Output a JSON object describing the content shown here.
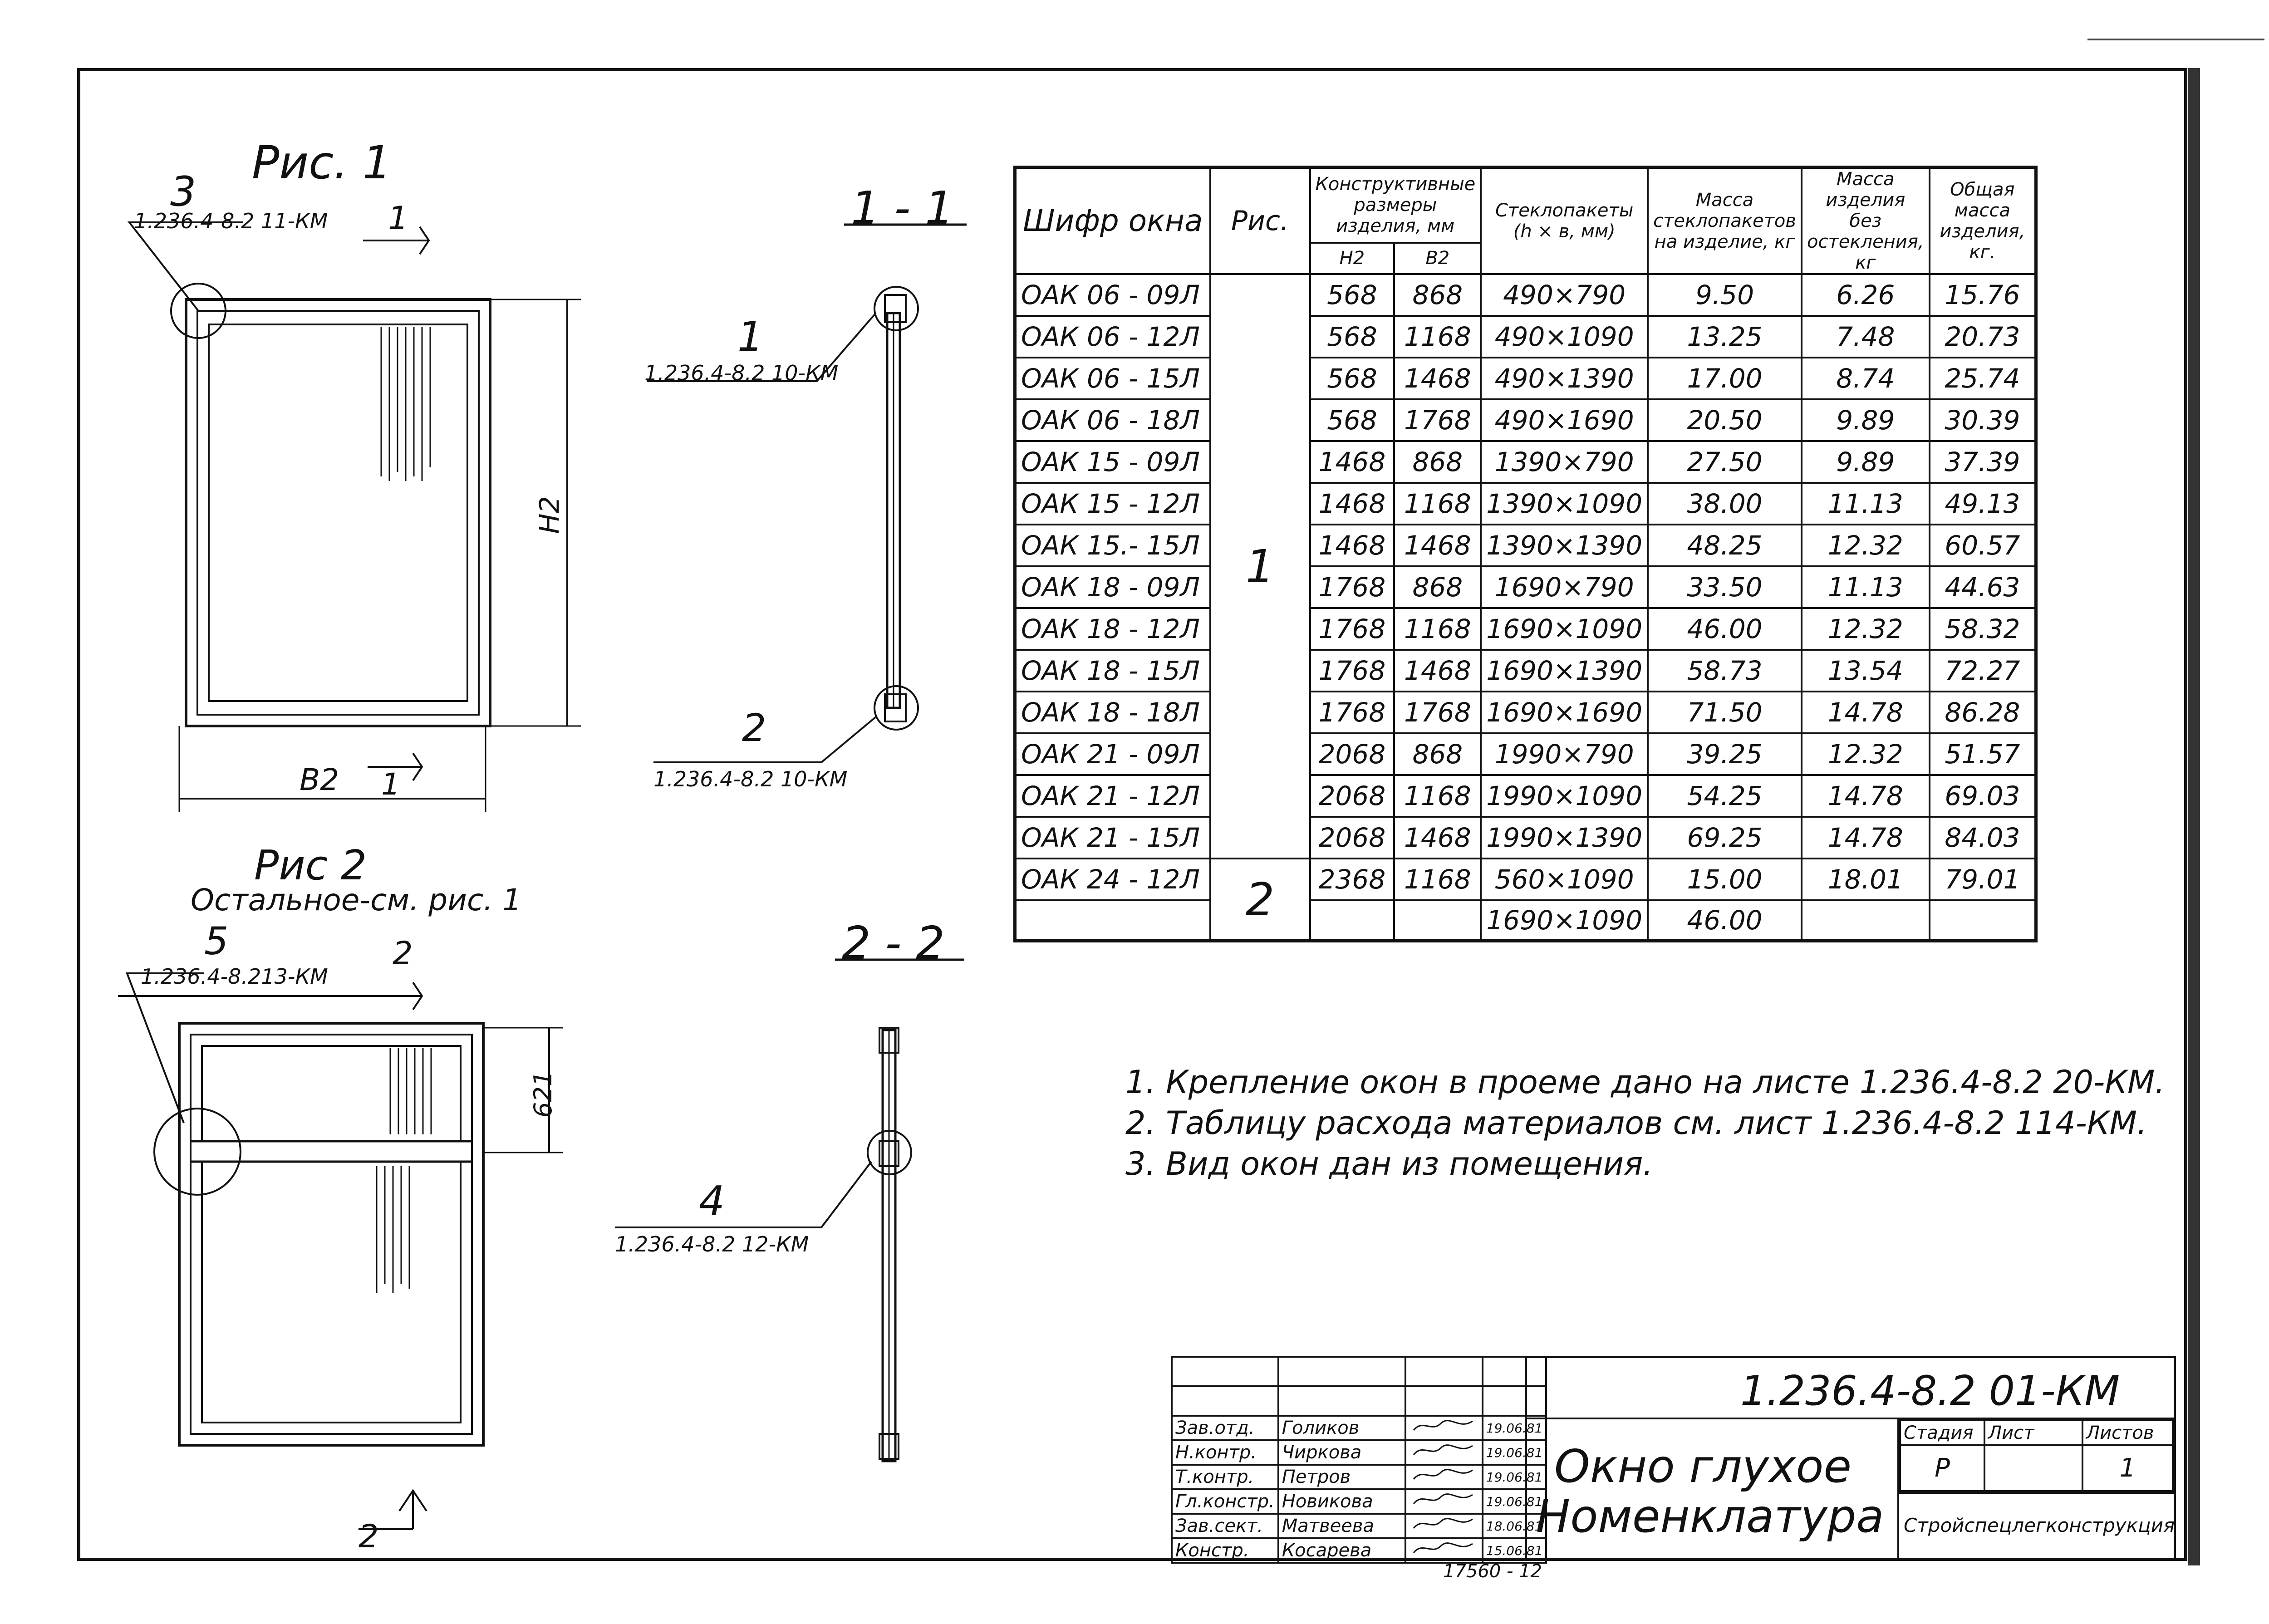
{
  "figure1": {
    "title": "Рис. 1",
    "callout_number": "3",
    "callout_ref": "1.236.4-8.2 11-КМ",
    "section_marker": "1",
    "height_label": "Н2",
    "width_label": "В2"
  },
  "figure2": {
    "title": "Рис 2",
    "subtitle": "Остальное-см. рис. 1",
    "callout_number": "5",
    "callout_ref": "1.236.4-8.213-КМ",
    "section_marker": "2",
    "dimension": "621"
  },
  "section11": {
    "title": "1 - 1",
    "top_callout_number": "1",
    "top_callout_ref": "1.236.4-8.2 10-КМ",
    "bottom_callout_number": "2",
    "bottom_callout_ref": "1.236.4-8.2 10-КМ"
  },
  "section22": {
    "title": "2 - 2",
    "callout_number": "4",
    "callout_ref": "1.236.4-8.2 12-КМ"
  },
  "table": {
    "headers": {
      "code": "Шифр окна",
      "fig": "Рис.",
      "dims": "Конструктивные размеры изделия, мм",
      "h": "Н2",
      "b": "В2",
      "glass": "Стеклопакеты (h × в, мм)",
      "glass_mass": "Масса стеклопакетов на изделие, кг",
      "item_mass": "Масса изделия без остекления, кг",
      "total_mass": "Общая масса изделия, кг."
    },
    "fig1_label": "1",
    "fig2_label": "2",
    "rows": [
      {
        "code": "ОАК 06 - 09Л",
        "h": "568",
        "b": "868",
        "glass": "490×790",
        "glass_mass": "9.50",
        "item_mass": "6.26",
        "total": "15.76"
      },
      {
        "code": "ОАК 06 - 12Л",
        "h": "568",
        "b": "1168",
        "glass": "490×1090",
        "glass_mass": "13.25",
        "item_mass": "7.48",
        "total": "20.73"
      },
      {
        "code": "ОАК 06 - 15Л",
        "h": "568",
        "b": "1468",
        "glass": "490×1390",
        "glass_mass": "17.00",
        "item_mass": "8.74",
        "total": "25.74"
      },
      {
        "code": "ОАК 06 - 18Л",
        "h": "568",
        "b": "1768",
        "glass": "490×1690",
        "glass_mass": "20.50",
        "item_mass": "9.89",
        "total": "30.39"
      },
      {
        "code": "ОАК 15 - 09Л",
        "h": "1468",
        "b": "868",
        "glass": "1390×790",
        "glass_mass": "27.50",
        "item_mass": "9.89",
        "total": "37.39"
      },
      {
        "code": "ОАК 15 - 12Л",
        "h": "1468",
        "b": "1168",
        "glass": "1390×1090",
        "glass_mass": "38.00",
        "item_mass": "11.13",
        "total": "49.13"
      },
      {
        "code": "ОАК 15.- 15Л",
        "h": "1468",
        "b": "1468",
        "glass": "1390×1390",
        "glass_mass": "48.25",
        "item_mass": "12.32",
        "total": "60.57"
      },
      {
        "code": "ОАК 18 - 09Л",
        "h": "1768",
        "b": "868",
        "glass": "1690×790",
        "glass_mass": "33.50",
        "item_mass": "11.13",
        "total": "44.63"
      },
      {
        "code": "ОАК 18 - 12Л",
        "h": "1768",
        "b": "1168",
        "glass": "1690×1090",
        "glass_mass": "46.00",
        "item_mass": "12.32",
        "total": "58.32"
      },
      {
        "code": "ОАК 18 - 15Л",
        "h": "1768",
        "b": "1468",
        "glass": "1690×1390",
        "glass_mass": "58.73",
        "item_mass": "13.54",
        "total": "72.27"
      },
      {
        "code": "ОАК 18 - 18Л",
        "h": "1768",
        "b": "1768",
        "glass": "1690×1690",
        "glass_mass": "71.50",
        "item_mass": "14.78",
        "total": "86.28"
      },
      {
        "code": "ОАК 21 - 09Л",
        "h": "2068",
        "b": "868",
        "glass": "1990×790",
        "glass_mass": "39.25",
        "item_mass": "12.32",
        "total": "51.57"
      },
      {
        "code": "ОАК 21 - 12Л",
        "h": "2068",
        "b": "1168",
        "glass": "1990×1090",
        "glass_mass": "54.25",
        "item_mass": "14.78",
        "total": "69.03"
      },
      {
        "code": "ОАК 21 - 15Л",
        "h": "2068",
        "b": "1468",
        "glass": "1990×1390",
        "glass_mass": "69.25",
        "item_mass": "14.78",
        "total": "84.03"
      },
      {
        "code": "ОАК 24 - 12Л",
        "h": "2368",
        "b": "1168",
        "glass": "560×1090",
        "glass_mass": "15.00",
        "item_mass": "18.01",
        "total": "79.01"
      }
    ],
    "extra_glass": "1690×1090",
    "extra_glass_mass": "46.00"
  },
  "notes": [
    "1. Крепление окон в проеме дано на листе 1.236.4-8.2 20-КМ.",
    "2. Таблицу расхода материалов см. лист 1.236.4-8.2 114-КМ.",
    "3. Вид окон дан из помещения."
  ],
  "title_block": {
    "doc_code": "1.236.4-8.2 01-КМ",
    "title_line1": "Окно глухое",
    "title_line2": "Номенклатура",
    "stage_header": "Стадия",
    "sheet_header": "Лист",
    "sheets_header": "Листов",
    "stage": "Р",
    "sheets": "1",
    "organization": "Стройспецлегконструкция",
    "roles": [
      {
        "role": "Зав.отд.",
        "name": "Голиков",
        "date": "19.06.81"
      },
      {
        "role": "Н.контр.",
        "name": "Чиркова",
        "date": "19.06.81"
      },
      {
        "role": "Т.контр.",
        "name": "Петров",
        "date": "19.06.81"
      },
      {
        "role": "Гл.констр.",
        "name": "Новикова",
        "date": "19.06.81"
      },
      {
        "role": "Зав.сект.",
        "name": "Матвеева",
        "date": "18.06.81"
      },
      {
        "role": "Констр.",
        "name": "Косарева",
        "date": "15.06.81"
      }
    ],
    "footer": "17560 - 12"
  }
}
